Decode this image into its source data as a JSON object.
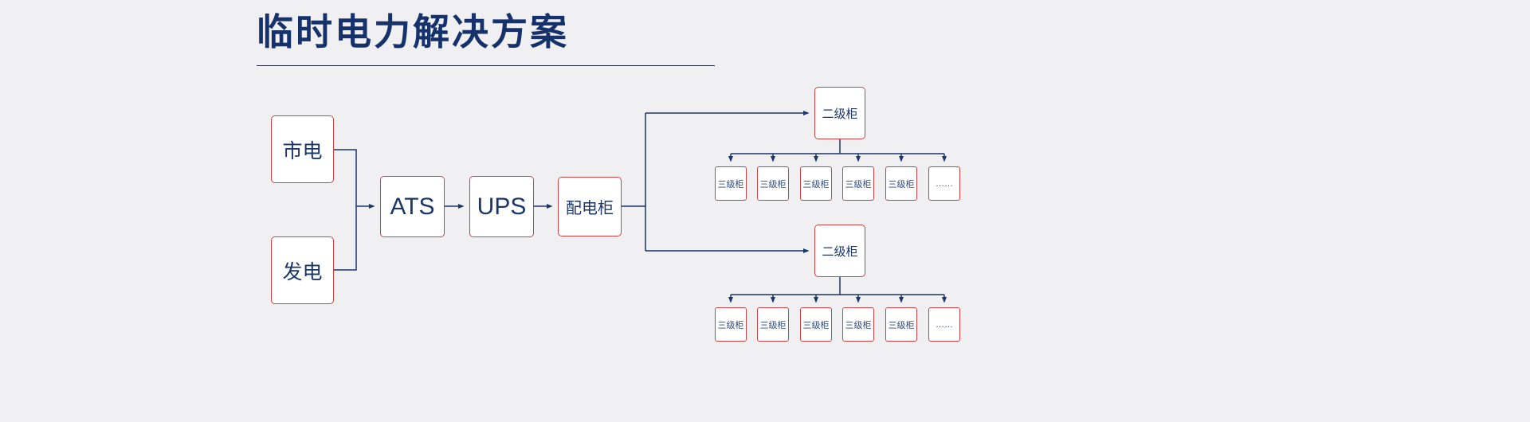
{
  "title": "临时电力解决方案",
  "nodes": {
    "mains": "市电",
    "generator": "发电",
    "ats": "ATS",
    "ups": "UPS",
    "distribution": "配电柜",
    "secondary": "二级柜",
    "tertiary": "三级柜",
    "ellipsis": "……"
  },
  "colors": {
    "title": "#16326c",
    "box_border": "#cb4042",
    "box_text": "#1b3668",
    "line": "#1b3668",
    "background": "#f0f0f2"
  }
}
